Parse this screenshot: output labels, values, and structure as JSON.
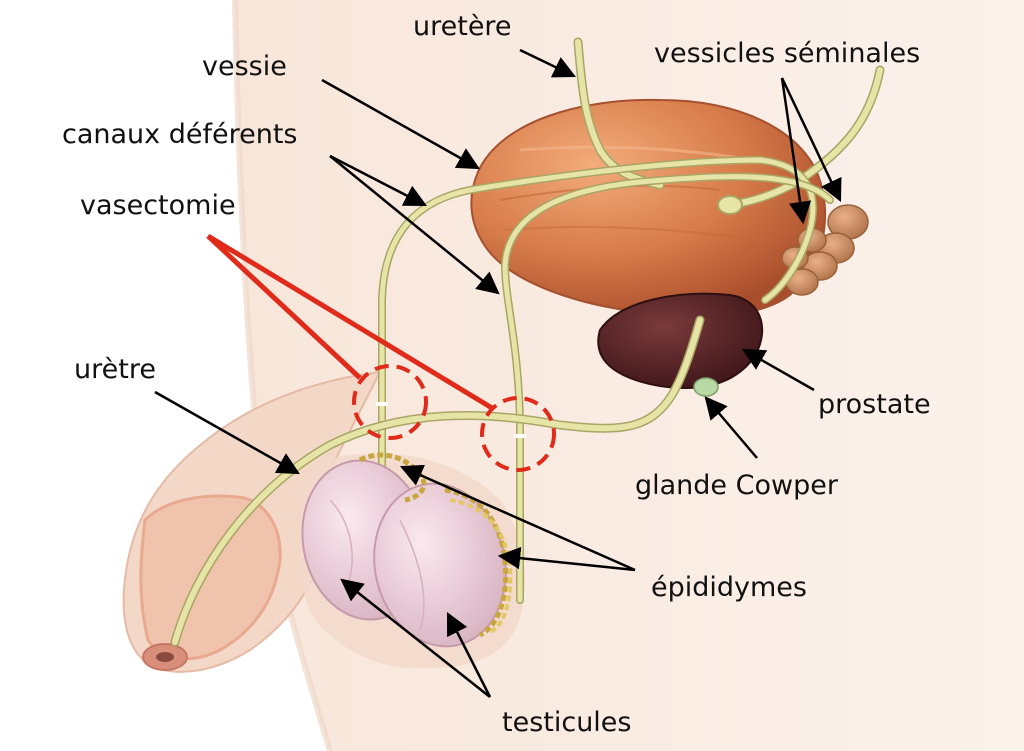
{
  "labels": {
    "uretere": "uretère",
    "vessie": "vessie",
    "vesicules": "vessicles séminales",
    "canaux": "canaux déférents",
    "vasectomie": "vasectomie",
    "uretre": "urètre",
    "prostate": "prostate",
    "cowper": "glande Cowper",
    "epididymes": "épididymes",
    "testicules": "testicules"
  },
  "colors": {
    "skin": "#f6e4d8",
    "skin_shade": "#e8c2ac",
    "bladder": "#c86a3e",
    "bladder_light": "#ee9e6c",
    "prostate": "#5a2528",
    "duct": "#e6e4a6",
    "duct_stroke": "#a9a565",
    "seminal": "#c8895a",
    "testis": "#efd3dd",
    "epididymis": "#e4c868",
    "leader": "#000000",
    "vasectomy": "#e02a1a"
  },
  "icons": [
    "anatomy-illustration",
    "arrowhead-marker"
  ]
}
